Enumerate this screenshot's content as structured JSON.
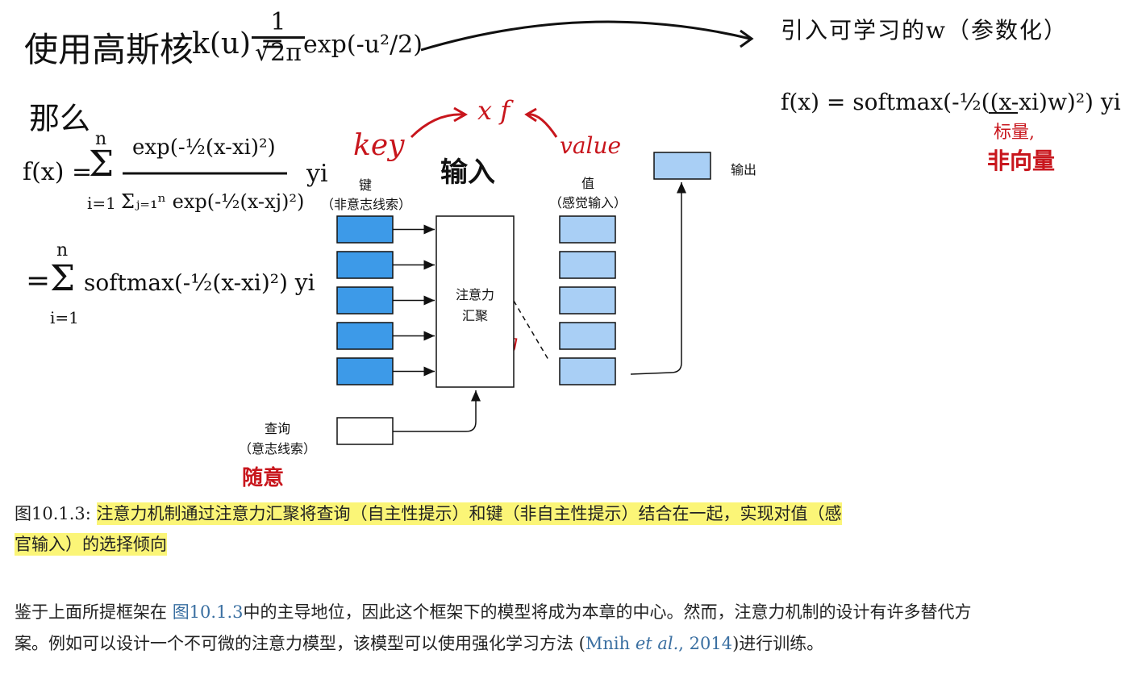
{
  "notes": {
    "kernel_prefix": "使用高斯核",
    "kernel_formula_lhs": "k(u) =",
    "kernel_frac_num": "1",
    "kernel_frac_den": "√2π",
    "kernel_formula_rhs": "exp(-u²/2)",
    "learnable_note": "引入可学习的w（参数化）",
    "learnable_formula": "f(x) = softmax(-½((x-xi)w)²) yi",
    "scalar_note_1": "标量,",
    "scalar_note_2": "非向量",
    "then_label": "那么",
    "fx_lhs": "f(x) =",
    "sum_top": "n",
    "sum_sigma": "Σ",
    "sum_bottom": "i=1",
    "fx_numerator": "exp(-½(x-xi)²)",
    "fx_denominator": "Σⱼ₌₁ⁿ exp(-½(x-xj)²)",
    "fx_yi": "yi",
    "eq_sign": "=",
    "softmax_expr": "softmax(-½(x-xi)²) yi",
    "key_note": "key",
    "xf_note": "x f",
    "value_note": "value",
    "input_note": "输入",
    "pooling_note": "pooling",
    "query_note": "随意"
  },
  "diagram": {
    "keys_label_1": "键",
    "keys_label_2": "（非意志线索）",
    "values_label_1": "值",
    "values_label_2": "（感觉输入）",
    "pooling_label_1": "注意力",
    "pooling_label_2": "汇聚",
    "output_label": "输出",
    "query_label_1": "查询",
    "query_label_2": "（意志线索）",
    "key_count": 5,
    "value_count": 5,
    "colors": {
      "key_fill": "#3d9ae8",
      "value_fill": "#a9cff5",
      "output_fill": "#a9cff5",
      "stroke": "#111111"
    }
  },
  "caption": {
    "prefix": "图10.1.3: ",
    "line_1": "注意力机制通过注意力汇聚将查询（自主性提示）和键（非自主性提示）结合在一起，实现对值（感",
    "line_2": "官输入）的选择倾向"
  },
  "paragraph": {
    "text_1": "鉴于上面所提框架在 ",
    "link_1": "图10.1.3",
    "text_2": "中的主导地位，因此这个框架下的模型将成为本章的中心。然而，注意力机制的设计有许多替代方案。例如可以设计一个不可微的注意力模型，该模型可以使用强化学习方法 (",
    "cite_author": "Mnih ",
    "cite_etal": "et al.",
    "cite_sep": ", ",
    "cite_year": "2014",
    "text_3": ")进行训练。"
  }
}
